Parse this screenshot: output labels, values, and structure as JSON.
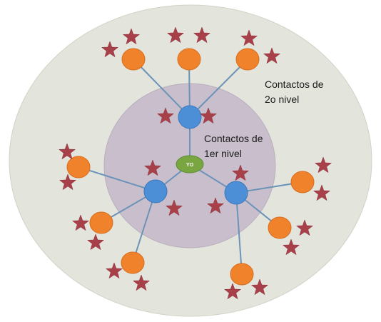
{
  "labels": {
    "second_level": [
      "Contactos de",
      "2o nivel"
    ],
    "first_level": [
      "Contactos de",
      "1er nivel"
    ],
    "center": "YO"
  },
  "colors": {
    "outer_circle": "#e3e5dc",
    "outer_stroke": "#cfd3c6",
    "inner_circle": "#c9bfcc",
    "inner_stroke": "#b9adbd",
    "center_node": "#7aa642",
    "first_level_node": "#4d8fd6",
    "second_level_node": "#f0822c",
    "star": "#a8404a",
    "edge": "#6b93b8"
  },
  "icons": {
    "star": "star-icon"
  },
  "structure": {
    "first_level_contacts": 3,
    "second_level_contacts_per_first_level": [
      3,
      3,
      3
    ]
  }
}
